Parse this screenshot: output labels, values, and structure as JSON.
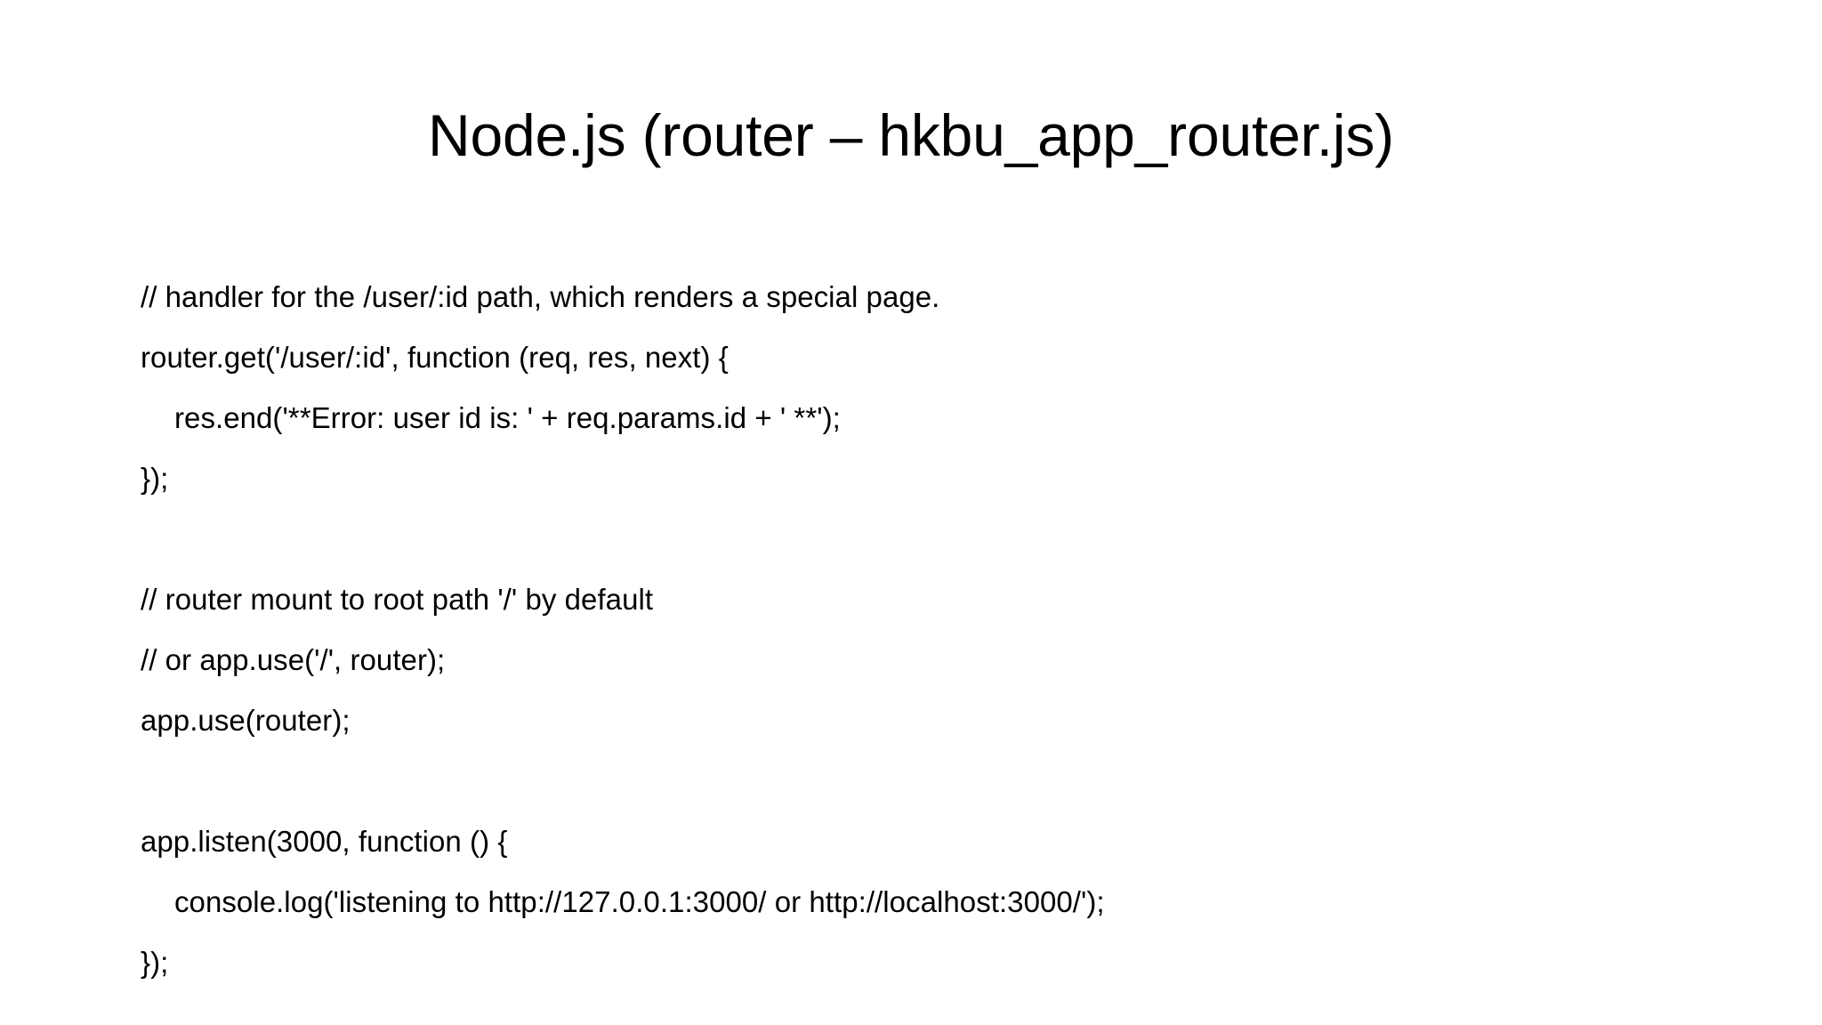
{
  "slide": {
    "background_color": "#FFFFFF",
    "text_color": "#000000",
    "title": "Node.js (router – hkbu_app_router.js)",
    "code_lines": [
      {
        "text": "// handler for the /user/:id path, which renders a special page.",
        "indent": 0
      },
      {
        "text": "router.get('/user/:id', function (req, res, next) {",
        "indent": 0
      },
      {
        "text": "res.end('**Error: user id is: ' + req.params.id + ' **');",
        "indent": 1
      },
      {
        "text": "});",
        "indent": 0
      },
      {
        "text": "",
        "indent": 0
      },
      {
        "text": "// router mount to root path '/' by default",
        "indent": 0
      },
      {
        "text": "// or app.use('/', router);",
        "indent": 0
      },
      {
        "text": "app.use(router);",
        "indent": 0
      },
      {
        "text": "",
        "indent": 0
      },
      {
        "text": "app.listen(3000, function () {",
        "indent": 0
      },
      {
        "text": "console.log('listening to http://127.0.0.1:3000/ or http://localhost:3000/');",
        "indent": 1
      },
      {
        "text": "});",
        "indent": 0
      }
    ]
  }
}
